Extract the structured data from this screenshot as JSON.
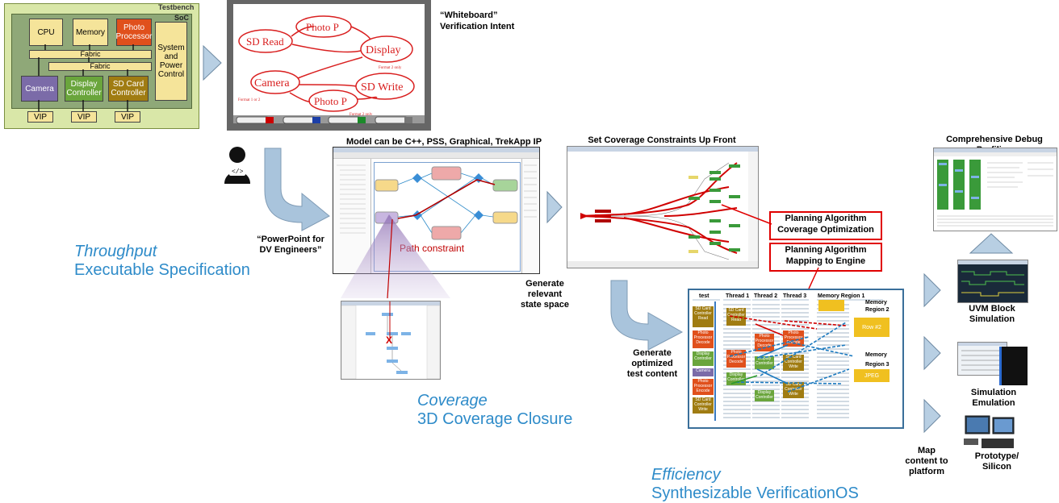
{
  "soc": {
    "testbench_label": "Testbench",
    "soc_label": "SoC",
    "cpu": "CPU",
    "memory": "Memory",
    "photo_processor": "Photo Processor",
    "system_power": "System and Power Control",
    "fabric_top": "Fabric",
    "fabric_bottom": "Fabric",
    "camera": "Camera",
    "display_controller": "Display Controller",
    "sd_card_controller": "SD Card Controller",
    "vip1": "VIP",
    "vip2": "VIP",
    "vip3": "VIP"
  },
  "whiteboard": {
    "caption_line1": "“Whiteboard”",
    "caption_line2": "Verification Intent",
    "sd_read": "SD Read",
    "photo_p_top": "Photo P",
    "display": "Display",
    "camera": "Camera",
    "sd_write": "SD Write",
    "photo_p_bottom": "Photo P",
    "format2_only_top": "Format 2 only",
    "format1or2": "Format 1 or 2",
    "format2_only_bottom": "Format 2 only"
  },
  "model": {
    "title": "Model can be C++, PSS, Graphical, TrekApp IP",
    "path_constraint": "Path constraint"
  },
  "powerpoint": {
    "line1": "“PowerPoint for",
    "line2": "DV Engineers”"
  },
  "throughput": {
    "title": "Throughput",
    "subtitle": "Executable Specification"
  },
  "coverage_section": {
    "title": "Coverage",
    "subtitle": "3D Coverage Closure"
  },
  "efficiency": {
    "title": "Efficiency",
    "subtitle": "Synthesizable VerificationOS"
  },
  "coverage_constraints": {
    "title": "Set Coverage Constraints Up Front"
  },
  "generate_state": {
    "line1": "Generate",
    "line2": "relevant",
    "line3": "state space"
  },
  "planning": {
    "box1_line1": "Planning Algorithm",
    "box1_line2": "Coverage Optimization",
    "box2_line1": "Planning Algorithm",
    "box2_line2": "Mapping to Engine"
  },
  "generate_test": {
    "line1": "Generate",
    "line2": "optimized",
    "line3": "test content"
  },
  "test_table": {
    "col_test": "test",
    "col_thread1": "Thread 1",
    "col_thread2": "Thread 2",
    "col_thread3": "Thread 3",
    "col_memory_region1": "Memory Region 1",
    "memory_header1": "Memory",
    "region2": "Region 2",
    "row2": "Row #2",
    "memory_header2": "Memory",
    "region3": "Region 3",
    "jpeg": "JPEG",
    "cells": [
      "SD Card Controller Read",
      "Photo Processor Decode",
      "Display Controller",
      "Camera",
      "Photo Processor Encode",
      "SD Card Controller Write"
    ]
  },
  "debug": {
    "title": "Comprehensive Debug Profiling"
  },
  "platforms": {
    "uvm_line1": "UVM Block",
    "uvm_line2": "Simulation",
    "sim_line1": "Simulation",
    "sim_line2": "Emulation",
    "proto_line1": "Prototype/",
    "proto_line2": "Silicon"
  },
  "map_content": {
    "line1": "Map",
    "line2": "content to",
    "line3": "platform"
  },
  "colors": {
    "blue_text": "#2e8bc9",
    "soc_green": "#c6dc8a",
    "soc_inner": "#8fa878",
    "yellow_block": "#f5e49a",
    "orange_block": "#e0501c",
    "purple_block": "#7b6ba8",
    "green_block": "#6aa53c",
    "olive_block": "#a07c12",
    "red": "#e00000",
    "arrow_blue": "#a9c4dc"
  }
}
